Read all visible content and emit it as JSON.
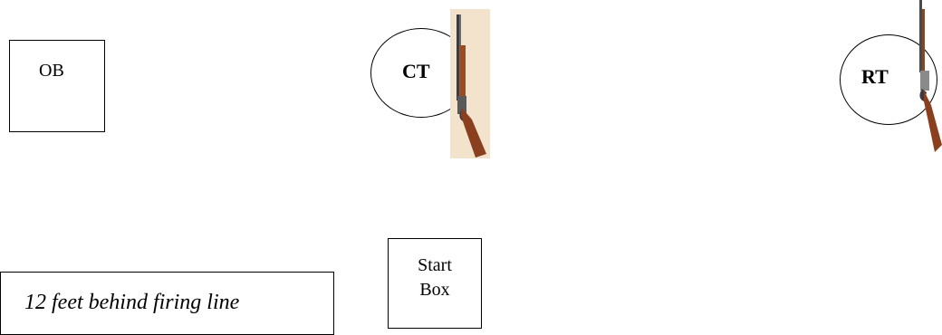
{
  "stage": {
    "ob_label": "OB",
    "ct_label": "CT",
    "rt_label": "RT",
    "start_box": {
      "line1": "Start",
      "line2": "Box"
    },
    "behind_line_note": "12 feet behind firing line"
  },
  "icons": {
    "ct_gun": "shotgun-icon",
    "rt_gun": "rifle-icon"
  },
  "colors": {
    "stock_wood": "#8a3f1e",
    "ct_background": "#f3e3cc",
    "barrel": "#3c3c3c"
  }
}
